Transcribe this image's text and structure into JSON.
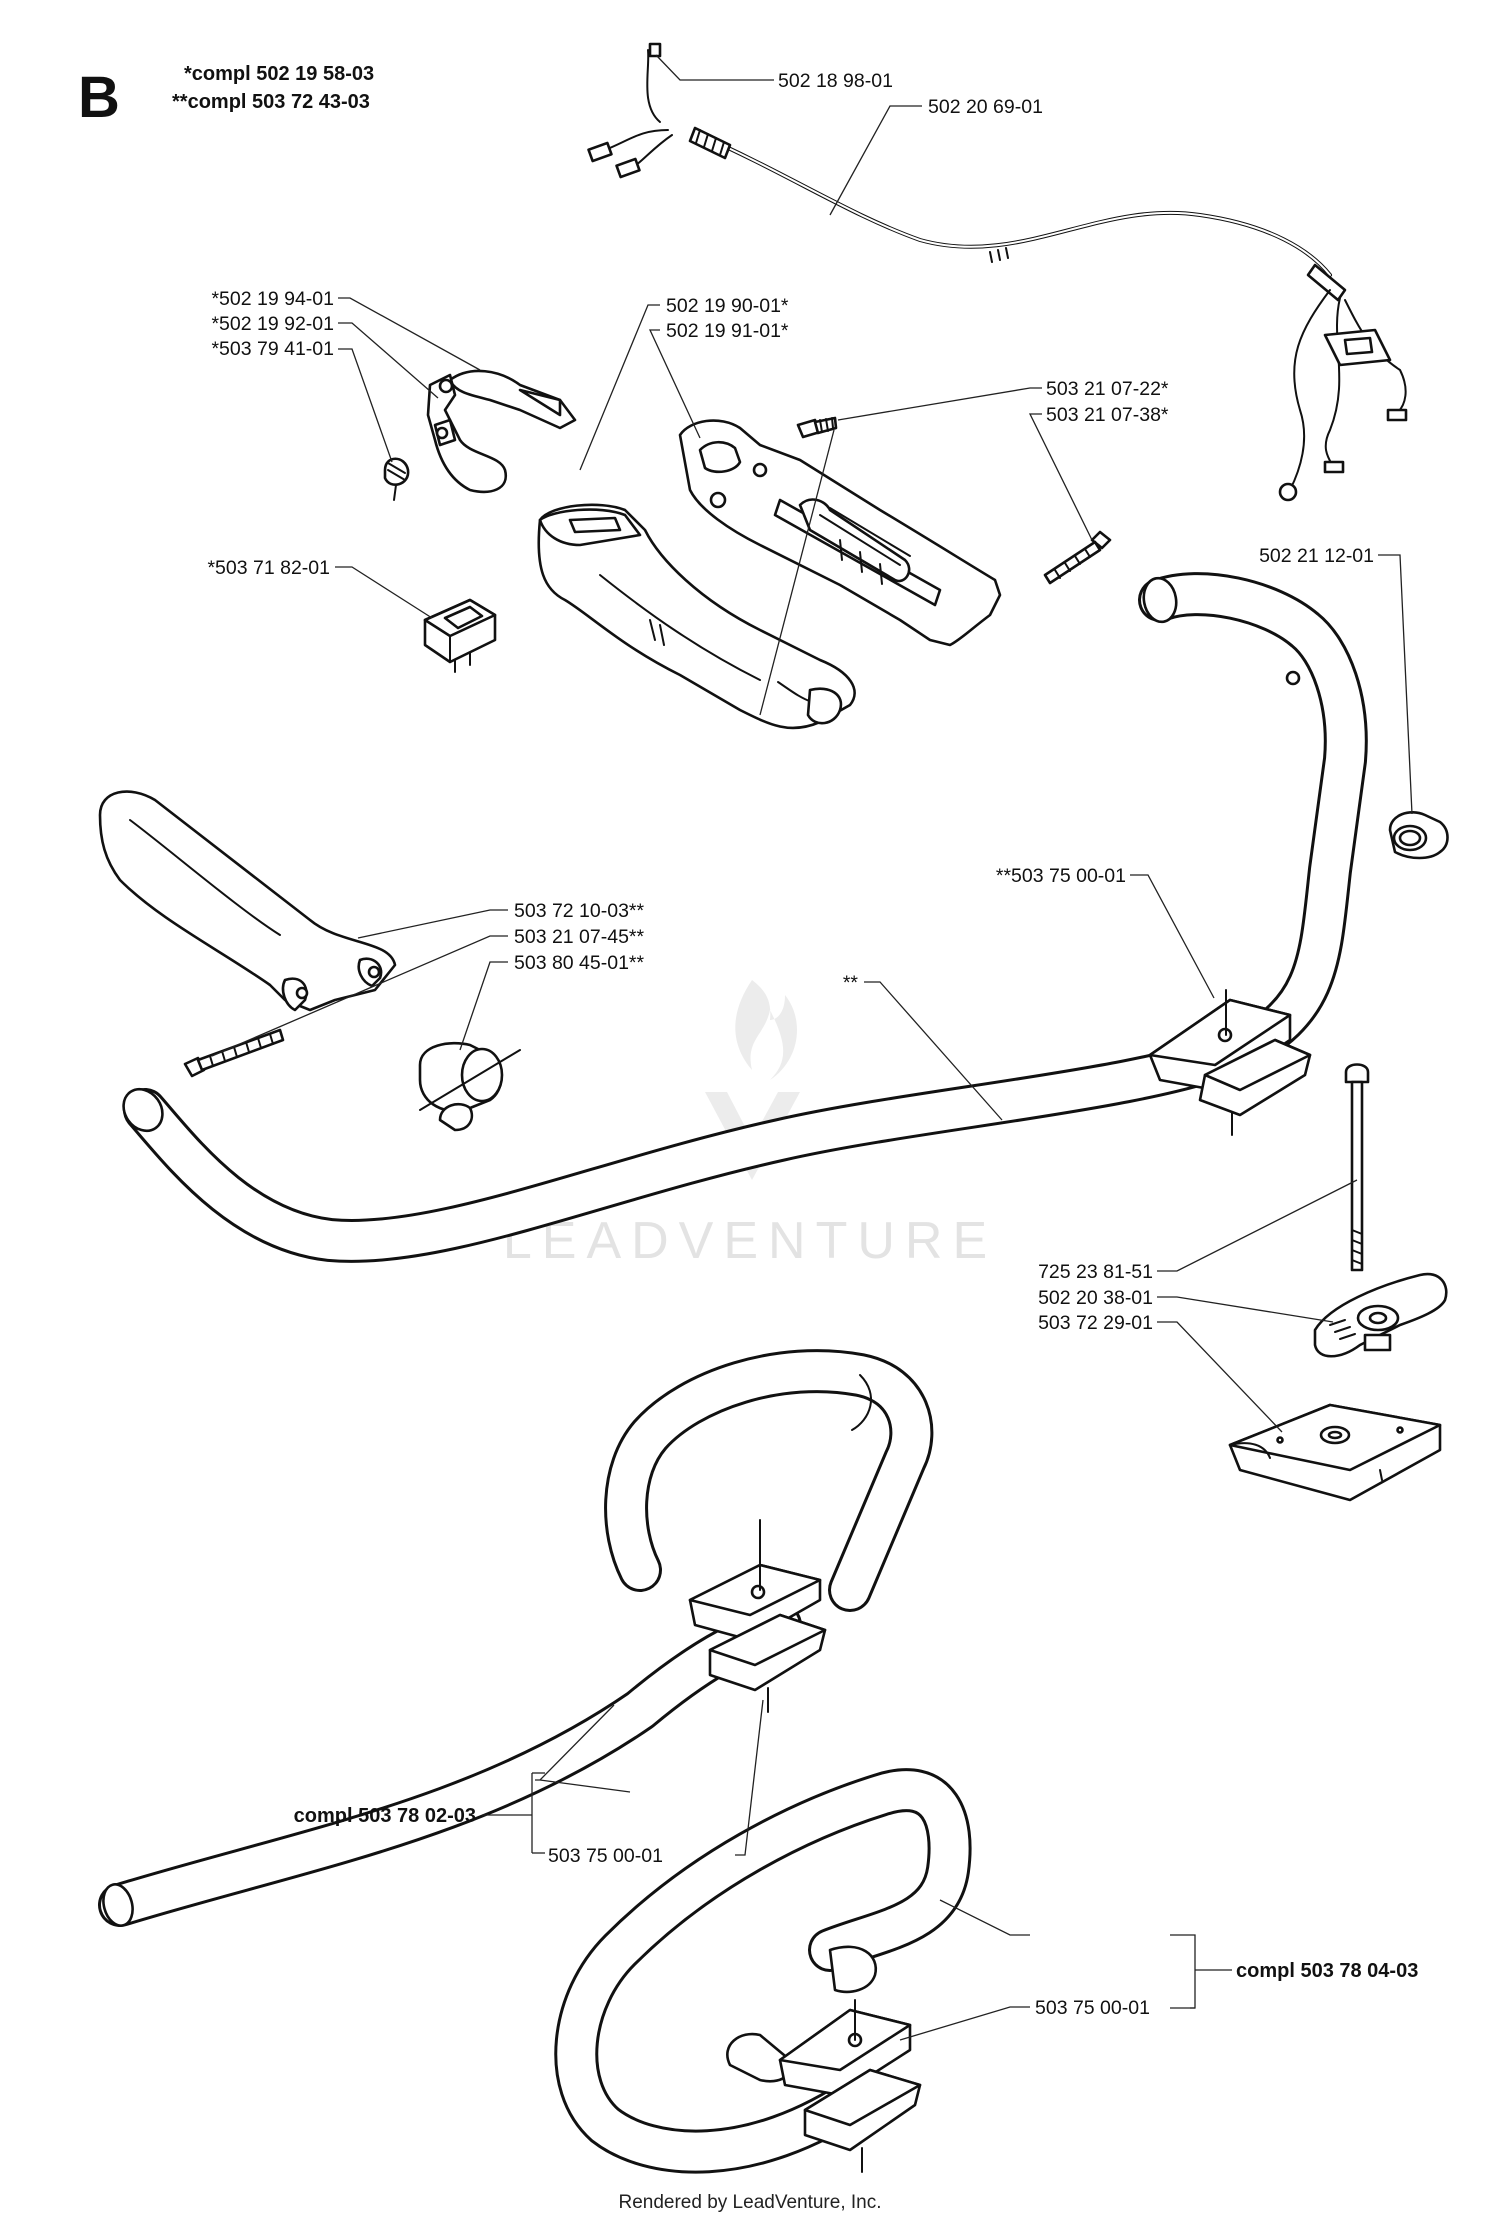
{
  "section": {
    "letter": "B",
    "compl_single": "*compl 502 19 58-03",
    "compl_double": "**compl 503 72 43-03"
  },
  "labels": {
    "cable_end": "502 18 98-01",
    "cable": "502 20 69-01",
    "trigger": "*502 19 94-01",
    "throttle_lock": "*502 19 92-01",
    "spring": "*503 79 41-01",
    "handle_half_a": "502 19 90-01*",
    "handle_half_b": "502 19 91-01*",
    "screw_a": "503 21 07-22*",
    "screw_b": "503 21 07-38*",
    "stop_switch": "*503 71 82-01",
    "cable_clip": "502 21 12-01",
    "clamp_top": "**503 75 00-01",
    "grip": "503 72 10-03**",
    "grip_screw": "503 21 07-45**",
    "sleeve": "503 80 45-01**",
    "handlebar": "**",
    "bolt": "725 23 81-51",
    "knob": "502 20 38-01",
    "clamp_base": "503 72 29-01",
    "loop_clamp_1": "503 75 00-01",
    "loop_compl_1": "compl 503 78 02-03",
    "loop_clamp_2": "503 75 00-01",
    "loop_compl_2": "compl 503 78 04-03"
  },
  "watermark": "LEADVENTURE",
  "footer": "Rendered by LeadVenture, Inc."
}
